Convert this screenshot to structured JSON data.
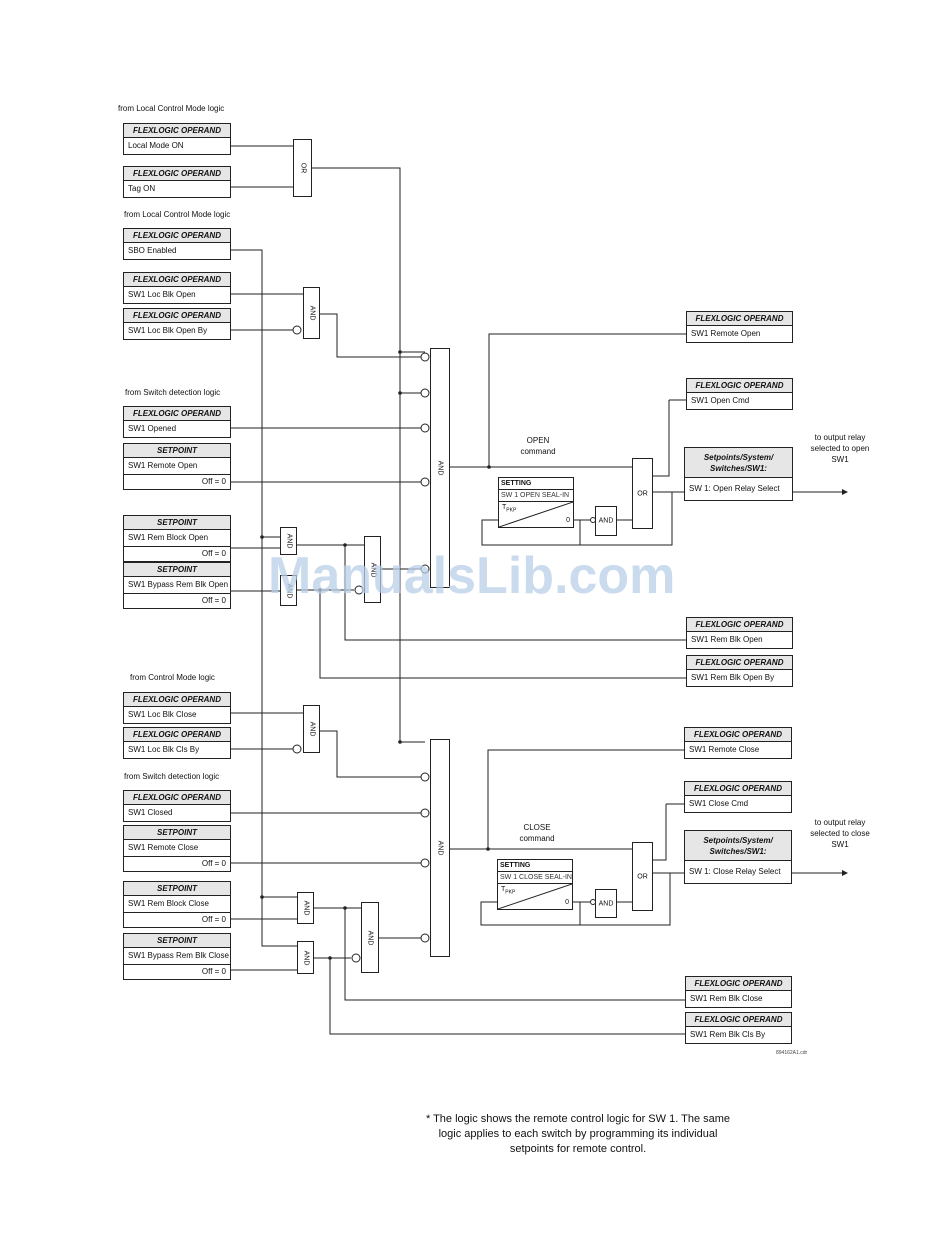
{
  "labels": {
    "from_local_1": "from Local Control Mode logic",
    "from_local_2": "from Local Control Mode logic",
    "from_switch_1": "from Switch detection logic",
    "from_control": "from Control Mode logic",
    "from_switch_2": "from Switch detection logic"
  },
  "hdr": {
    "flexlogic": "FLEXLOGIC OPERAND",
    "setpoint": "SETPOINT",
    "setting": "SETTING",
    "setpoints_path": "Setpoints/System/ Switches/SW1:"
  },
  "inputs": {
    "local_mode_on": "Local Mode ON",
    "tag_on": "Tag ON",
    "sbo_enabled": "SBO Enabled",
    "loc_blk_open": "SW1 Loc Blk Open",
    "loc_blk_open_by": "SW1 Loc Blk Open By",
    "sw1_opened": "SW1 Opened",
    "remote_open": "SW1 Remote Open",
    "rem_block_open": "SW1 Rem Block Open",
    "bypass_rem_blk_open": "SW1 Bypass Rem Blk Open",
    "loc_blk_close": "SW1 Loc Blk Close",
    "loc_blk_cls_by": "SW1 Loc Blk Cls By",
    "sw1_closed": "SW1 Closed",
    "remote_close": "SW1 Remote Close",
    "rem_block_close": "SW1 Rem Block Close",
    "bypass_rem_blk_close": "SW1 Bypass Rem Blk Close",
    "off0": "Off = 0"
  },
  "outputs": {
    "remote_open": "SW1 Remote Open",
    "open_cmd": "SW1 Open Cmd",
    "open_relay_select": "SW 1: Open Relay Select",
    "rem_blk_open": "SW1 Rem Blk Open",
    "rem_blk_open_by": "SW1 Rem Blk Open By",
    "remote_close": "SW1 Remote Close",
    "close_cmd": "SW1 Close Cmd",
    "close_relay_select": "SW 1: Close Relay Select",
    "rem_blk_close": "SW1 Rem Blk Close",
    "rem_blk_cls_by": "SW1 Rem Blk Cls By"
  },
  "gates": {
    "or": "OR",
    "and": "AND"
  },
  "timers": {
    "open_seal": "SW 1 OPEN SEAL-IN",
    "close_seal": "SW 1 CLOSE SEAL-IN",
    "t": "T",
    "pkp": "PKP",
    "zero": "0"
  },
  "cmd": {
    "open": "OPEN",
    "close": "CLOSE",
    "command": "command"
  },
  "to_output_open": "to output relay selected to open SW1",
  "to_output_close": "to output relay selected to close SW1",
  "figure_id": "894162A1.cdr",
  "watermark": "ManualsLib.com",
  "footnote": "* The logic shows the remote control logic for SW 1. The same logic applies to each switch by programming its individual setpoints for remote control."
}
